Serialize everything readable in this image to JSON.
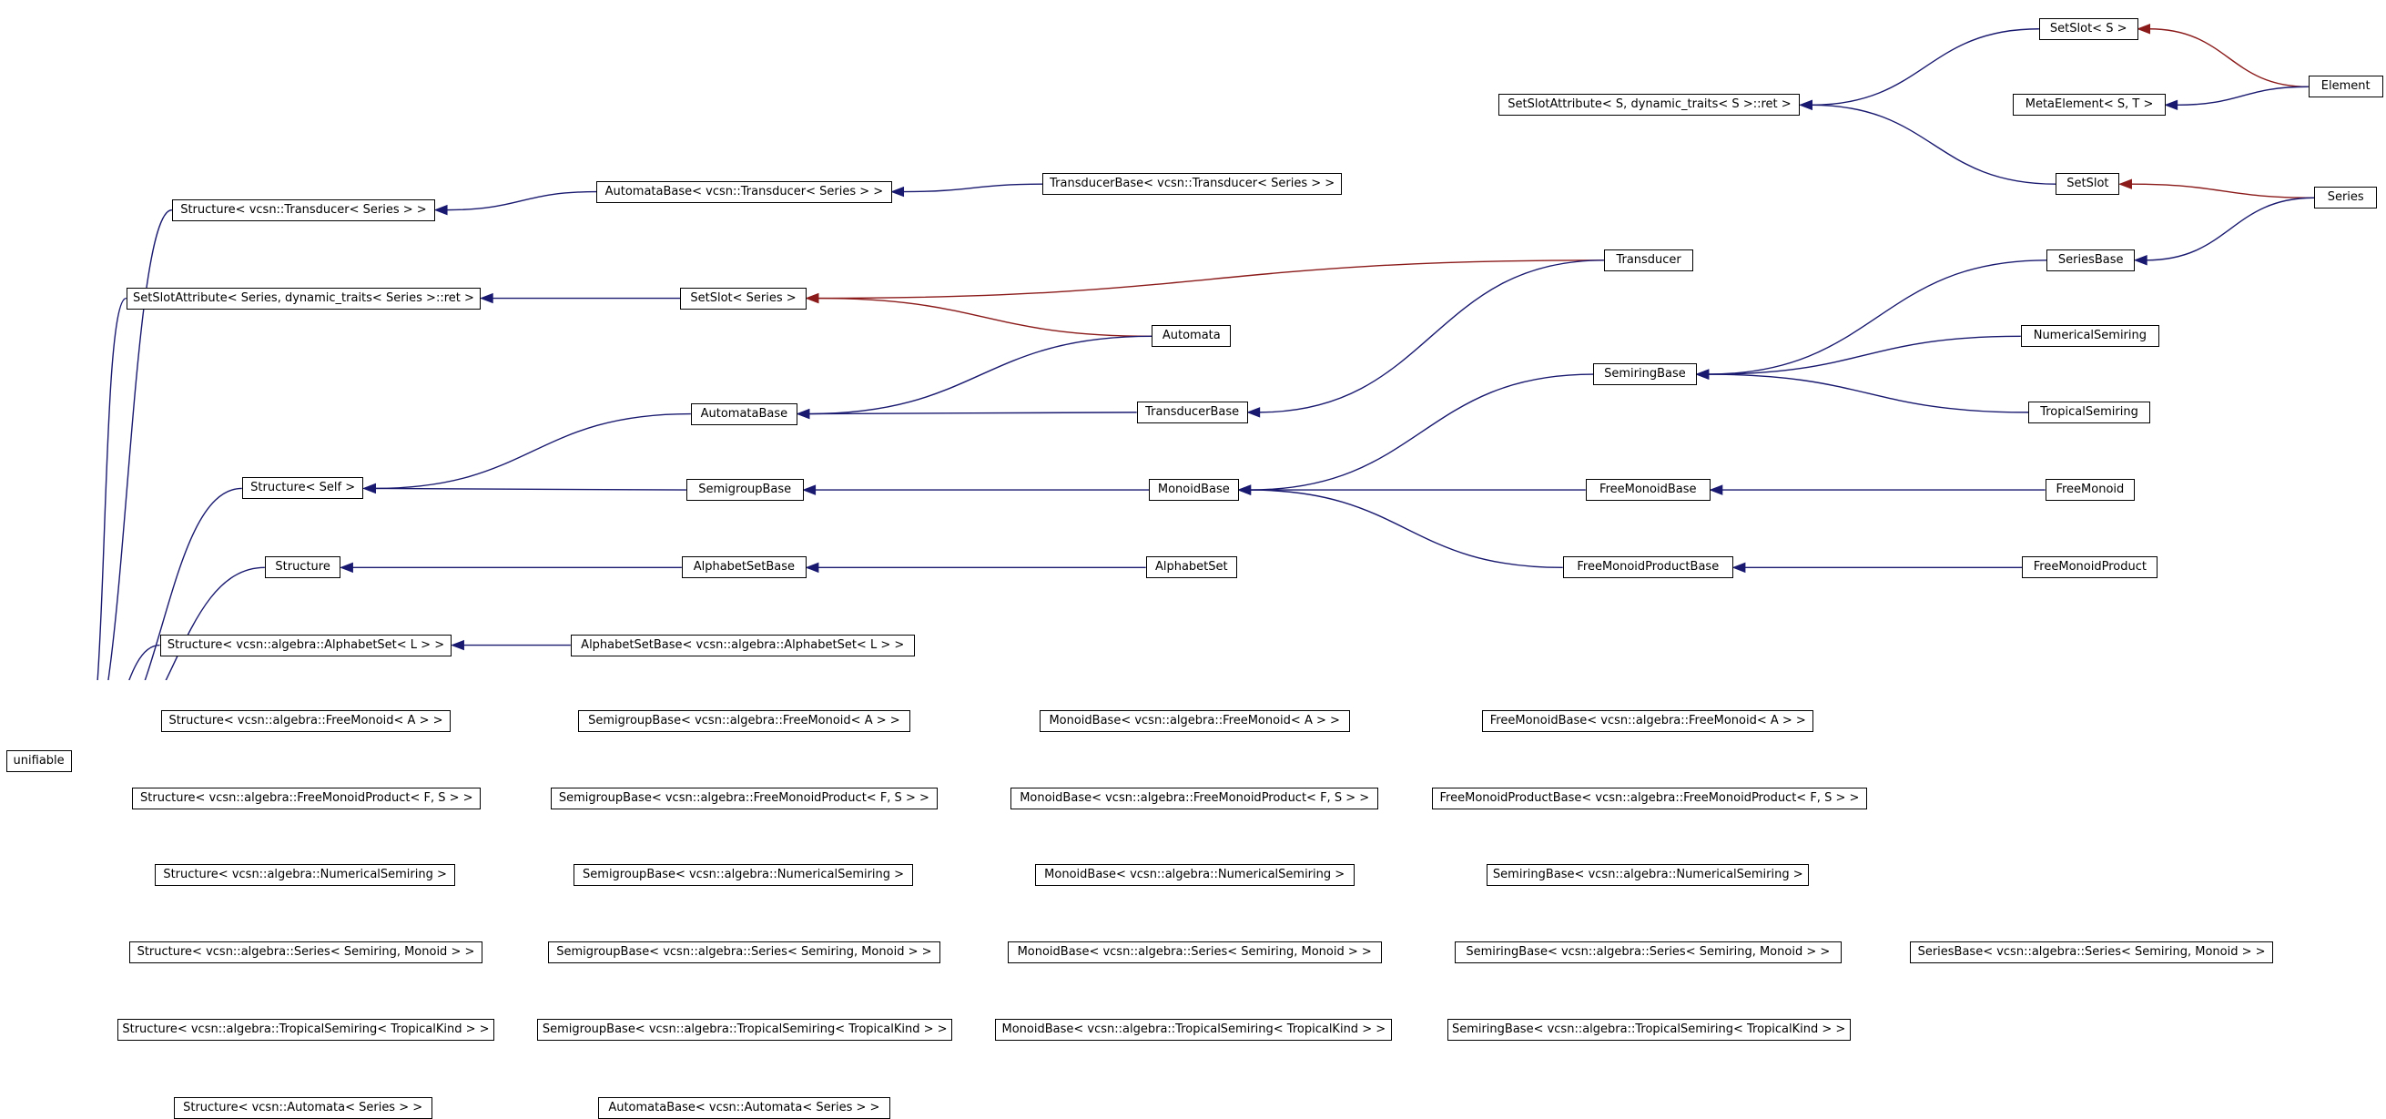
{
  "nodes": [
    {
      "id": "unifiable",
      "label": "unifiable"
    },
    {
      "id": "str_transducer",
      "label": "Structure< vcsn::Transducer< Series > >"
    },
    {
      "id": "ssa_series",
      "label": "SetSlotAttribute< Series, dynamic_traits< Series >::ret >"
    },
    {
      "id": "str_self",
      "label": "Structure< Self >"
    },
    {
      "id": "structure",
      "label": "Structure"
    },
    {
      "id": "str_alphabet",
      "label": "Structure< vcsn::algebra::AlphabetSet< L > >"
    },
    {
      "id": "str_freemonoid",
      "label": "Structure< vcsn::algebra::FreeMonoid< A > >"
    },
    {
      "id": "str_fmp",
      "label": "Structure< vcsn::algebra::FreeMonoidProduct< F, S > >"
    },
    {
      "id": "str_numsr",
      "label": "Structure< vcsn::algebra::NumericalSemiring >"
    },
    {
      "id": "str_series",
      "label": "Structure< vcsn::algebra::Series< Semiring, Monoid > >"
    },
    {
      "id": "str_tropsr",
      "label": "Structure< vcsn::algebra::TropicalSemiring< TropicalKind > >"
    },
    {
      "id": "str_automata",
      "label": "Structure< vcsn::Automata< Series > >"
    },
    {
      "id": "ab_transducer",
      "label": "AutomataBase< vcsn::Transducer< Series > >"
    },
    {
      "id": "setslot_series",
      "label": "SetSlot< Series >"
    },
    {
      "id": "automatabase",
      "label": "AutomataBase"
    },
    {
      "id": "semigroupbase",
      "label": "SemigroupBase"
    },
    {
      "id": "alphabetsetbase",
      "label": "AlphabetSetBase"
    },
    {
      "id": "asb_alphabet",
      "label": "AlphabetSetBase< vcsn::algebra::AlphabetSet< L > >"
    },
    {
      "id": "sgb_freemonoid",
      "label": "SemigroupBase< vcsn::algebra::FreeMonoid< A > >"
    },
    {
      "id": "sgb_fmp",
      "label": "SemigroupBase< vcsn::algebra::FreeMonoidProduct< F, S > >"
    },
    {
      "id": "sgb_numsr",
      "label": "SemigroupBase< vcsn::algebra::NumericalSemiring >"
    },
    {
      "id": "sgb_series",
      "label": "SemigroupBase< vcsn::algebra::Series< Semiring, Monoid > >"
    },
    {
      "id": "sgb_tropsr",
      "label": "SemigroupBase< vcsn::algebra::TropicalSemiring< TropicalKind > >"
    },
    {
      "id": "ab_automata",
      "label": "AutomataBase< vcsn::Automata< Series > >"
    },
    {
      "id": "tb_transducer",
      "label": "TransducerBase< vcsn::Transducer< Series > >"
    },
    {
      "id": "automata",
      "label": "Automata"
    },
    {
      "id": "transducerbase",
      "label": "TransducerBase"
    },
    {
      "id": "monoidbase",
      "label": "MonoidBase"
    },
    {
      "id": "alphabetset",
      "label": "AlphabetSet"
    },
    {
      "id": "mb_freemonoid",
      "label": "MonoidBase< vcsn::algebra::FreeMonoid< A > >"
    },
    {
      "id": "mb_fmp",
      "label": "MonoidBase< vcsn::algebra::FreeMonoidProduct< F, S > >"
    },
    {
      "id": "mb_numsr",
      "label": "MonoidBase< vcsn::algebra::NumericalSemiring >"
    },
    {
      "id": "mb_series",
      "label": "MonoidBase< vcsn::algebra::Series< Semiring, Monoid > >"
    },
    {
      "id": "mb_tropsr",
      "label": "MonoidBase< vcsn::algebra::TropicalSemiring< TropicalKind > >"
    },
    {
      "id": "transducer",
      "label": "Transducer"
    },
    {
      "id": "semiringbase",
      "label": "SemiringBase"
    },
    {
      "id": "freemonoidbase",
      "label": "FreeMonoidBase"
    },
    {
      "id": "fmpb",
      "label": "FreeMonoidProductBase"
    },
    {
      "id": "fmb_freemonoid",
      "label": "FreeMonoidBase< vcsn::algebra::FreeMonoid< A > >"
    },
    {
      "id": "fmpb_fmp",
      "label": "FreeMonoidProductBase< vcsn::algebra::FreeMonoidProduct< F, S > >"
    },
    {
      "id": "srb_numsr",
      "label": "SemiringBase< vcsn::algebra::NumericalSemiring >"
    },
    {
      "id": "srb_series",
      "label": "SemiringBase< vcsn::algebra::Series< Semiring, Monoid > >"
    },
    {
      "id": "srb_tropsr",
      "label": "SemiringBase< vcsn::algebra::TropicalSemiring< TropicalKind > >"
    },
    {
      "id": "serb_series",
      "label": "SeriesBase< vcsn::algebra::Series< Semiring, Monoid > >"
    },
    {
      "id": "ssa_s",
      "label": "SetSlotAttribute< S, dynamic_traits< S >::ret >"
    },
    {
      "id": "setslot_s",
      "label": "SetSlot< S >"
    },
    {
      "id": "metaelement",
      "label": "MetaElement< S, T >"
    },
    {
      "id": "setslot",
      "label": "SetSlot"
    },
    {
      "id": "seriesbase",
      "label": "SeriesBase"
    },
    {
      "id": "numericalsemiring",
      "label": "NumericalSemiring"
    },
    {
      "id": "tropicalsemiring",
      "label": "TropicalSemiring"
    },
    {
      "id": "freemonoid",
      "label": "FreeMonoid"
    },
    {
      "id": "freemonoidproduct",
      "label": "FreeMonoidProduct"
    },
    {
      "id": "element",
      "label": "Element"
    },
    {
      "id": "series",
      "label": "Series"
    }
  ],
  "edges": [
    {
      "from": "str_transducer",
      "to": "unifiable",
      "kind": "inheritance"
    },
    {
      "from": "ssa_series",
      "to": "unifiable",
      "kind": "inheritance"
    },
    {
      "from": "str_self",
      "to": "unifiable",
      "kind": "inheritance"
    },
    {
      "from": "structure",
      "to": "unifiable",
      "kind": "inheritance"
    },
    {
      "from": "str_alphabet",
      "to": "unifiable",
      "kind": "inheritance"
    },
    {
      "from": "str_freemonoid",
      "to": "unifiable",
      "kind": "inheritance"
    },
    {
      "from": "str_fmp",
      "to": "unifiable",
      "kind": "inheritance"
    },
    {
      "from": "str_numsr",
      "to": "unifiable",
      "kind": "inheritance"
    },
    {
      "from": "str_series",
      "to": "unifiable",
      "kind": "inheritance"
    },
    {
      "from": "str_tropsr",
      "to": "unifiable",
      "kind": "inheritance"
    },
    {
      "from": "str_automata",
      "to": "unifiable",
      "kind": "inheritance"
    },
    {
      "from": "ab_transducer",
      "to": "str_transducer",
      "kind": "inheritance"
    },
    {
      "from": "tb_transducer",
      "to": "ab_transducer",
      "kind": "inheritance"
    },
    {
      "from": "setslot_series",
      "to": "ssa_series",
      "kind": "inheritance"
    },
    {
      "from": "transducer",
      "to": "setslot_series",
      "kind": "template"
    },
    {
      "from": "automata",
      "to": "setslot_series",
      "kind": "template"
    },
    {
      "from": "automatabase",
      "to": "str_self",
      "kind": "inheritance"
    },
    {
      "from": "semigroupbase",
      "to": "str_self",
      "kind": "inheritance"
    },
    {
      "from": "automata",
      "to": "automatabase",
      "kind": "inheritance"
    },
    {
      "from": "transducerbase",
      "to": "automatabase",
      "kind": "inheritance"
    },
    {
      "from": "transducer",
      "to": "transducerbase",
      "kind": "inheritance"
    },
    {
      "from": "monoidbase",
      "to": "semigroupbase",
      "kind": "inheritance"
    },
    {
      "from": "semiringbase",
      "to": "monoidbase",
      "kind": "inheritance"
    },
    {
      "from": "freemonoidbase",
      "to": "monoidbase",
      "kind": "inheritance"
    },
    {
      "from": "fmpb",
      "to": "monoidbase",
      "kind": "inheritance"
    },
    {
      "from": "seriesbase",
      "to": "semiringbase",
      "kind": "inheritance"
    },
    {
      "from": "numericalsemiring",
      "to": "semiringbase",
      "kind": "inheritance"
    },
    {
      "from": "tropicalsemiring",
      "to": "semiringbase",
      "kind": "inheritance"
    },
    {
      "from": "freemonoid",
      "to": "freemonoidbase",
      "kind": "inheritance"
    },
    {
      "from": "freemonoidproduct",
      "to": "fmpb",
      "kind": "inheritance"
    },
    {
      "from": "alphabetsetbase",
      "to": "structure",
      "kind": "inheritance"
    },
    {
      "from": "alphabetset",
      "to": "alphabetsetbase",
      "kind": "inheritance"
    },
    {
      "from": "asb_alphabet",
      "to": "str_alphabet",
      "kind": "inheritance"
    },
    {
      "from": "sgb_freemonoid",
      "to": "str_freemonoid",
      "kind": "inheritance"
    },
    {
      "from": "mb_freemonoid",
      "to": "sgb_freemonoid",
      "kind": "inheritance"
    },
    {
      "from": "fmb_freemonoid",
      "to": "mb_freemonoid",
      "kind": "inheritance"
    },
    {
      "from": "sgb_fmp",
      "to": "str_fmp",
      "kind": "inheritance"
    },
    {
      "from": "mb_fmp",
      "to": "sgb_fmp",
      "kind": "inheritance"
    },
    {
      "from": "fmpb_fmp",
      "to": "mb_fmp",
      "kind": "inheritance"
    },
    {
      "from": "sgb_numsr",
      "to": "str_numsr",
      "kind": "inheritance"
    },
    {
      "from": "mb_numsr",
      "to": "sgb_numsr",
      "kind": "inheritance"
    },
    {
      "from": "srb_numsr",
      "to": "mb_numsr",
      "kind": "inheritance"
    },
    {
      "from": "sgb_series",
      "to": "str_series",
      "kind": "inheritance"
    },
    {
      "from": "mb_series",
      "to": "sgb_series",
      "kind": "inheritance"
    },
    {
      "from": "srb_series",
      "to": "mb_series",
      "kind": "inheritance"
    },
    {
      "from": "serb_series",
      "to": "srb_series",
      "kind": "inheritance"
    },
    {
      "from": "sgb_tropsr",
      "to": "str_tropsr",
      "kind": "inheritance"
    },
    {
      "from": "mb_tropsr",
      "to": "sgb_tropsr",
      "kind": "inheritance"
    },
    {
      "from": "srb_tropsr",
      "to": "mb_tropsr",
      "kind": "inheritance"
    },
    {
      "from": "ab_automata",
      "to": "str_automata",
      "kind": "inheritance"
    },
    {
      "from": "setslot_s",
      "to": "ssa_s",
      "kind": "inheritance"
    },
    {
      "from": "setslot",
      "to": "ssa_s",
      "kind": "inheritance"
    },
    {
      "from": "element",
      "to": "setslot_s",
      "kind": "template"
    },
    {
      "from": "element",
      "to": "metaelement",
      "kind": "inheritance"
    },
    {
      "from": "series",
      "to": "setslot",
      "kind": "template"
    },
    {
      "from": "series",
      "to": "seriesbase",
      "kind": "inheritance"
    }
  ],
  "colors": {
    "inheritance": "#191970",
    "template": "#8b1a1a",
    "node_border": "#000000"
  }
}
